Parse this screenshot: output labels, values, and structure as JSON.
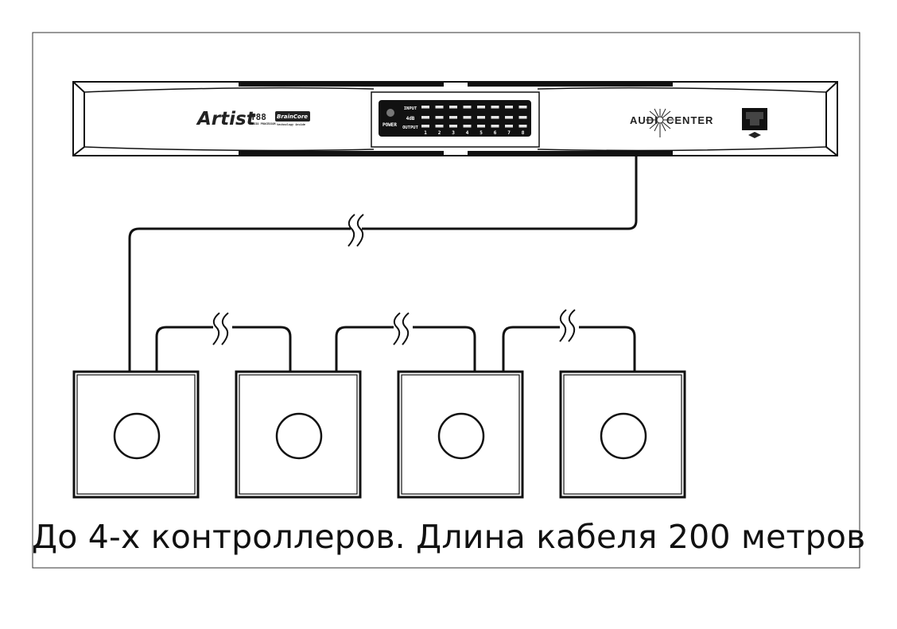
{
  "device": {
    "brand": "Artist",
    "model": "T88",
    "model_subtitle": "AUDIO PROCESSOR",
    "badge": "BrainCore",
    "badge_sub": "technology inside",
    "manufacturer_prefix": "AUDI",
    "manufacturer_suffix": "CENTER",
    "panel": {
      "power_label": "POWER",
      "input_label": "INPUT",
      "db_label": "4dB",
      "output_label": "OUTPUT",
      "channels": [
        "1",
        "2",
        "3",
        "4",
        "5",
        "6",
        "7",
        "8"
      ]
    }
  },
  "controllers_count": 4,
  "caption": "До 4-х контроллеров. Длина кабеля 200 метров"
}
